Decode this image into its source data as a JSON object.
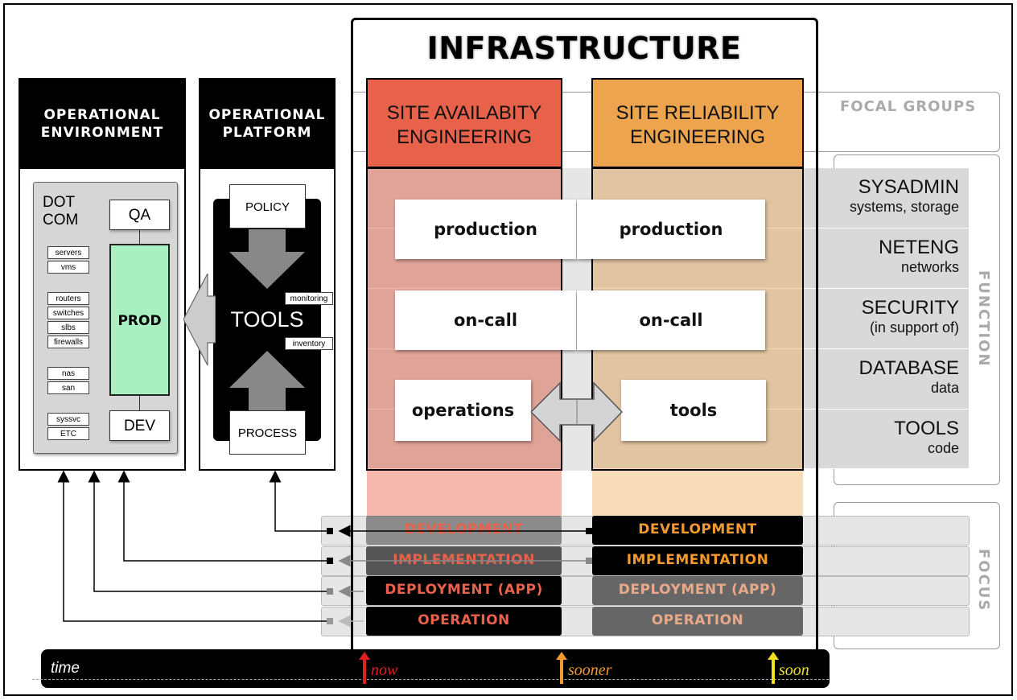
{
  "title": "INFRASTRUCTURE",
  "columns": {
    "environment": "OPERATIONAL\nENVIRONMENT",
    "platform": "OPERATIONAL\nPLATFORM"
  },
  "environment": {
    "dotcom": "DOT\nCOM",
    "qa": "QA",
    "prod": "PROD",
    "dev": "DEV",
    "items": [
      [
        "servers",
        "vms"
      ],
      [
        "routers",
        "switches",
        "slbs",
        "firewalls"
      ],
      [
        "nas",
        "san"
      ],
      [
        "syssvc",
        "ETC"
      ]
    ]
  },
  "platform": {
    "policy": "POLICY",
    "tools": "TOOLS",
    "process": "PROCESS",
    "monitoring": "monitoring",
    "inventory": "inventory"
  },
  "teams": {
    "availability": "SITE AVAILABITY\nENGINEERING",
    "reliability": "SITE RELIABILITY\nENGINEERING"
  },
  "cards": {
    "production_left": "production",
    "production_right": "production",
    "oncall_left": "on-call",
    "oncall_right": "on-call",
    "operations": "operations",
    "tools": "tools"
  },
  "side": {
    "focal_groups": "FOCAL GROUPS",
    "function": "FUNCTION",
    "focus": "FOCUS"
  },
  "functions": [
    {
      "name": "SYSADMIN",
      "desc": "systems, storage"
    },
    {
      "name": "NETENG",
      "desc": "networks"
    },
    {
      "name": "SECURITY",
      "desc": "(in support of)"
    },
    {
      "name": "DATABASE",
      "desc": "data"
    },
    {
      "name": "TOOLS",
      "desc": "code"
    }
  ],
  "focus": {
    "left": [
      "DEVELOPMENT",
      "IMPLEMENTATION",
      "DEPLOYMENT (APP)",
      "OPERATION"
    ],
    "right": [
      "DEVELOPMENT",
      "IMPLEMENTATION",
      "DEPLOYMENT (APP)",
      "OPERATION"
    ]
  },
  "timeline": {
    "time": "time",
    "now": "now",
    "sooner": "sooner",
    "soon": "soon"
  },
  "colors": {
    "availability": "#e8614a",
    "reliability": "#eda44e",
    "prod": "#a8f0c0",
    "now": "#e02020",
    "sooner": "#f29a2e",
    "soon": "#f0e020"
  }
}
